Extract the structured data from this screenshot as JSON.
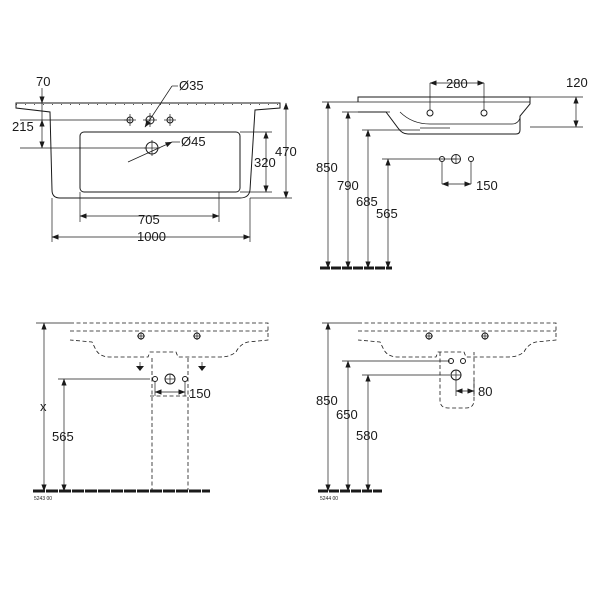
{
  "top_view": {
    "dim_70": "70",
    "dim_215": "215",
    "dim_dia35": "Ø35",
    "dim_dia45": "Ø45",
    "dim_320": "320",
    "dim_470": "470",
    "dim_705": "705",
    "dim_1000": "1000"
  },
  "side_view": {
    "dim_280": "280",
    "dim_120": "120",
    "dim_850": "850",
    "dim_790": "790",
    "dim_685": "685",
    "dim_565": "565",
    "dim_150": "150"
  },
  "front_view_left": {
    "dim_x": "x",
    "dim_565": "565",
    "dim_150": "150",
    "code": "5243 00"
  },
  "front_view_right": {
    "dim_850": "850",
    "dim_650": "650",
    "dim_580": "580",
    "dim_80": "80",
    "code": "5244 00"
  }
}
